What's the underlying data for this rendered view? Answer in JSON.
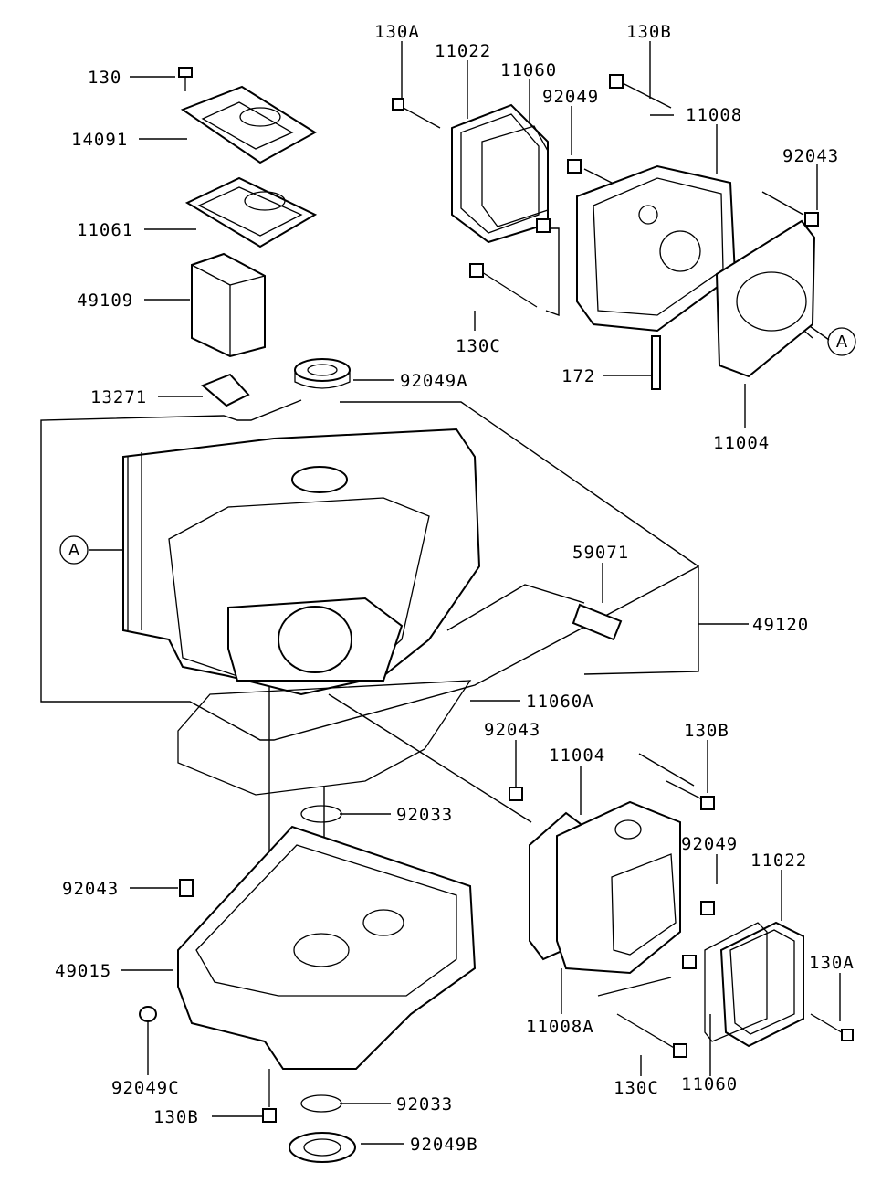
{
  "diagram": {
    "labels": {
      "p130": "130",
      "p14091": "14091",
      "p11061": "11061",
      "p49109": "49109",
      "p13271": "13271",
      "p92049A": "92049A",
      "p130A_top": "130A",
      "p11022_top": "11022",
      "p11060_top": "11060",
      "p130B_top": "130B",
      "p92049_top": "92049",
      "p11008": "11008",
      "p92043_top": "92043",
      "p130C_top": "130C",
      "p172": "172",
      "p11004_top": "11004",
      "p59071": "59071",
      "p49120": "49120",
      "p11060A": "11060A",
      "p92043_mid": "92043",
      "p11004_mid": "11004",
      "p130B_mid": "130B",
      "p92033_top": "92033",
      "p92049_mid": "92049",
      "p11022_bot": "11022",
      "p92043_left": "92043",
      "p49015": "49015",
      "p130A_bot": "130A",
      "p11008A": "11008A",
      "p92049C": "92049C",
      "p130C_bot": "130C",
      "p11060_bot": "11060",
      "p130B_bot": "130B",
      "p92033_bot": "92033",
      "p92049B": "92049B"
    },
    "callouts": {
      "ref_a_left": "A",
      "ref_a_right": "A"
    }
  }
}
